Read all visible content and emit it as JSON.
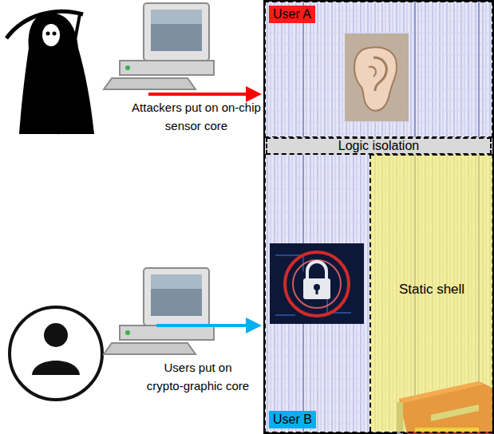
{
  "diagram": {
    "nodes": [
      {
        "text": [
          "User A"
        ]
      },
      {
        "text": [
          "Logic isolation"
        ]
      },
      {
        "text": [
          "User B"
        ]
      },
      {
        "text": [
          "Static shell"
        ],
        "in": 2
      }
    ],
    "labels": [
      "Attackers put on on-chip sensor core",
      "Users put on crypto-graphic core"
    ]
  }
}
